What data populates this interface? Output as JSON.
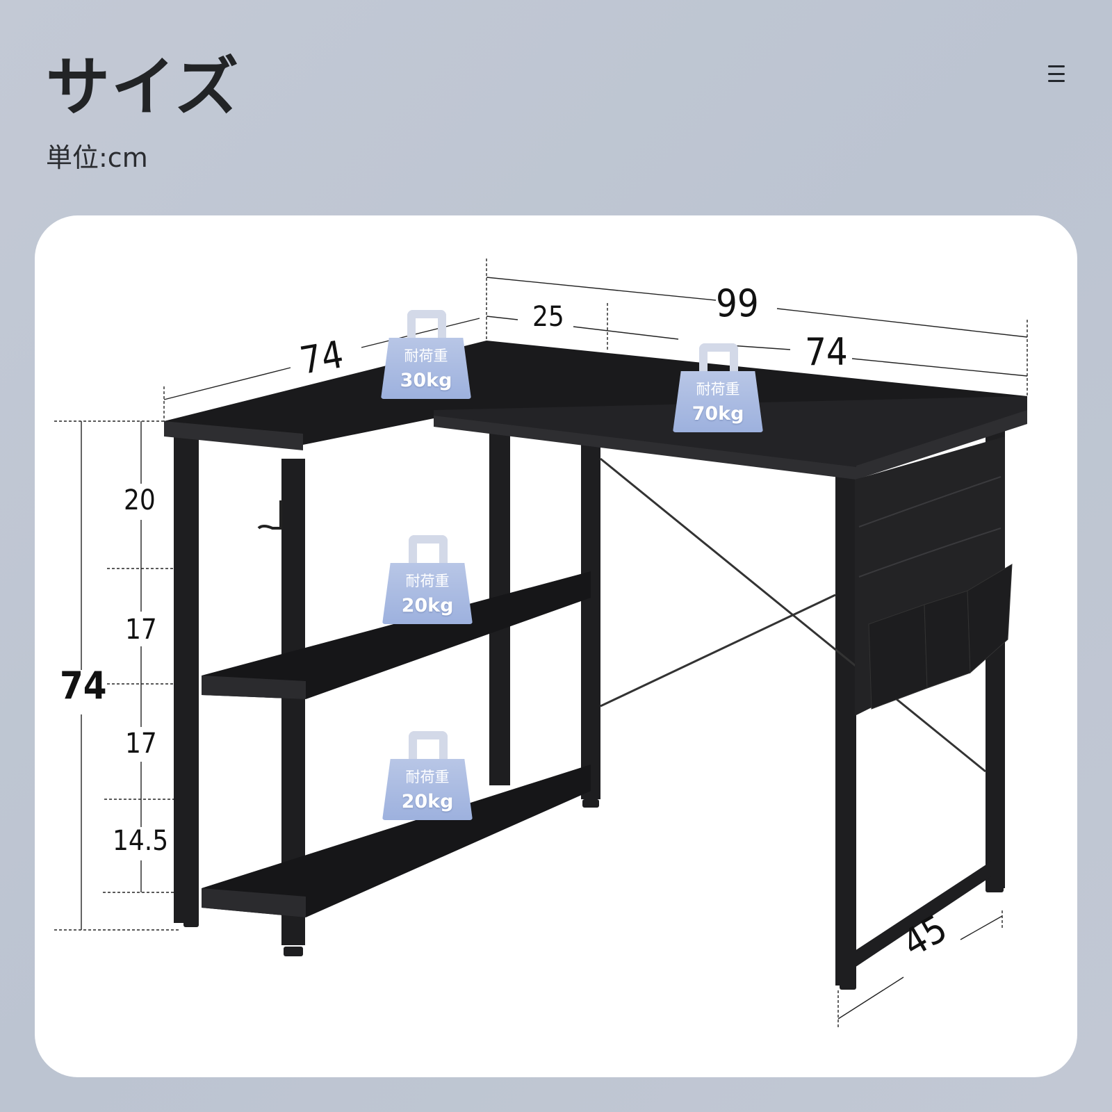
{
  "header": {
    "title": "サイズ",
    "unit": "単位:cm",
    "menu_icon": "hamburger-menu-icon"
  },
  "diagram": {
    "subject": "L-shaped desk with side shelves and storage pocket",
    "dimensions": {
      "total_width": "99",
      "corner_depth": "25",
      "right_top_width": "74",
      "left_side_length": "74",
      "height_total": "74",
      "shelf_gap_top": "20",
      "shelf_gap_middle": "17",
      "shelf_gap_lower": "17",
      "shelf_bottom_height": "14.5",
      "depth": "45"
    },
    "load_badges": [
      {
        "id": "left-top",
        "label": "耐荷重",
        "value": "30kg"
      },
      {
        "id": "main-top",
        "label": "耐荷重",
        "value": "70kg"
      },
      {
        "id": "middle-shelf",
        "label": "耐荷重",
        "value": "20kg"
      },
      {
        "id": "bottom-shelf",
        "label": "耐荷重",
        "value": "20kg"
      }
    ]
  },
  "colors": {
    "page_background": "#c0c7d3",
    "card_background": "#ffffff",
    "desk_black": "#1d1d1f",
    "badge_blue": "#a8b9e1",
    "text_dark": "#222426"
  }
}
